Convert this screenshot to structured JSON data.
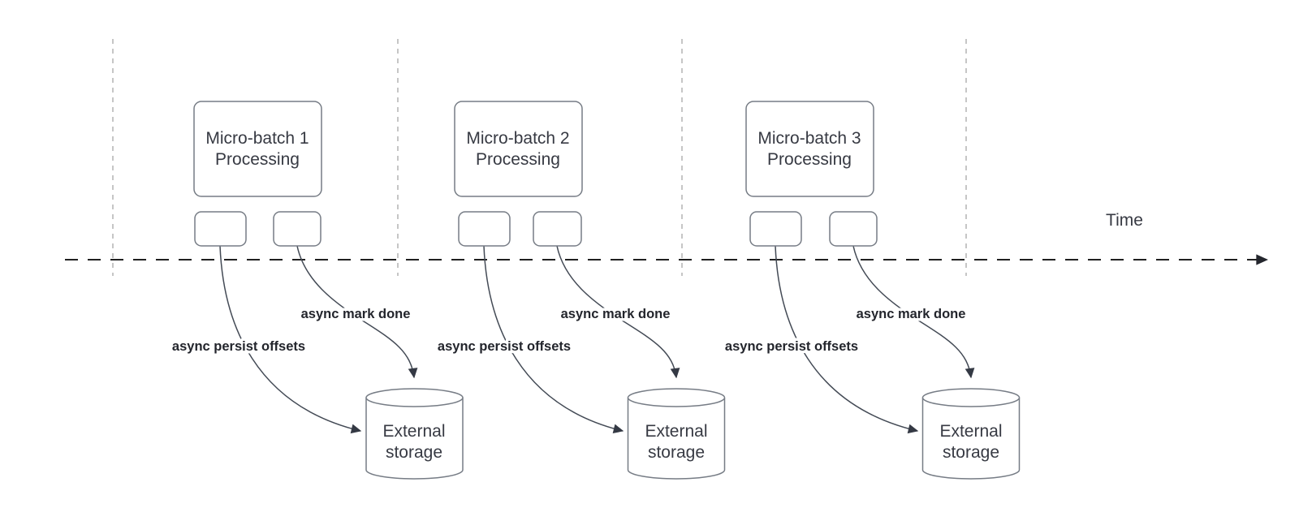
{
  "diagram": {
    "time_axis": {
      "label": "Time"
    },
    "batches": [
      {
        "title_line1": "Micro-batch 1",
        "title_line2": "Processing",
        "persist_arrow_label": "async persist offsets",
        "mark_done_arrow_label": "async mark done",
        "storage_line1": "External",
        "storage_line2": "storage"
      },
      {
        "title_line1": "Micro-batch 2",
        "title_line2": "Processing",
        "persist_arrow_label": "async persist offsets",
        "mark_done_arrow_label": "async mark done",
        "storage_line1": "External",
        "storage_line2": "storage"
      },
      {
        "title_line1": "Micro-batch 3",
        "title_line2": "Processing",
        "persist_arrow_label": "async persist offsets",
        "mark_done_arrow_label": "async mark done",
        "storage_line1": "External",
        "storage_line2": "storage"
      }
    ],
    "colors": {
      "background": "#ffffff",
      "shape_stroke": "#767c85",
      "arrow_stroke": "#434a55",
      "boundary_line": "#b4b4b4",
      "timeline": "#202020",
      "shape_text": "#373a43",
      "bold_label_text": "#23252c"
    }
  }
}
